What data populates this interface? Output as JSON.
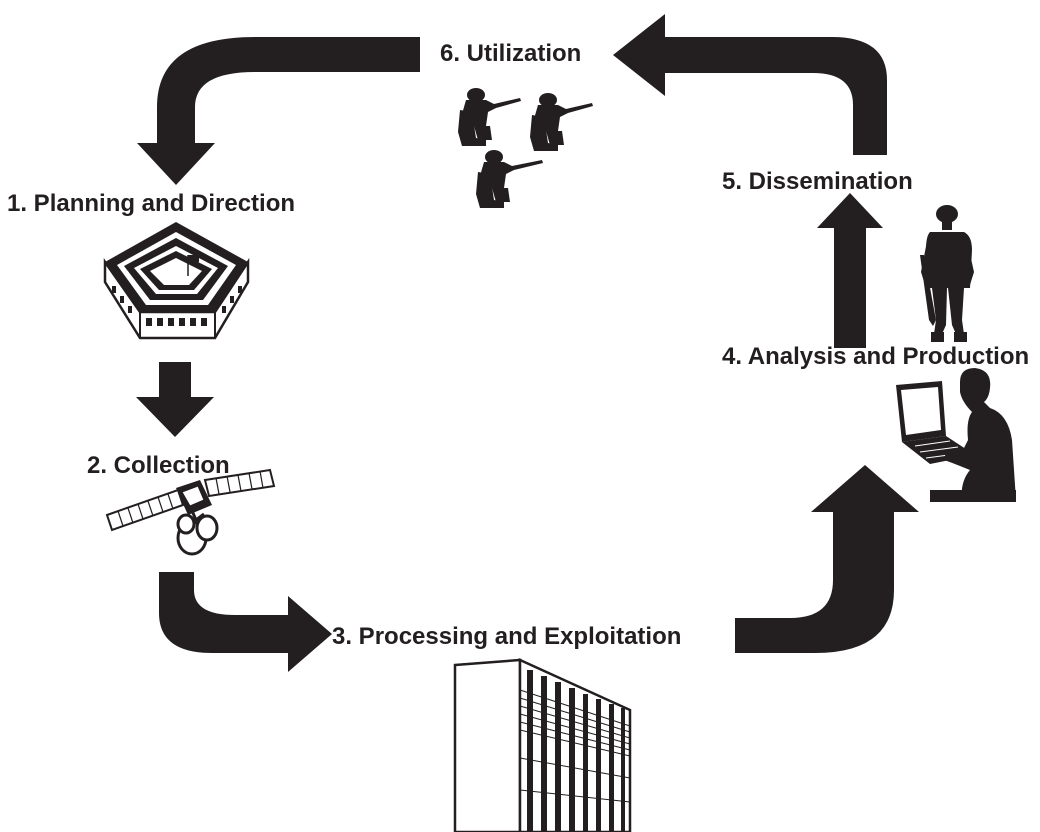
{
  "colors": {
    "background": "#ffffff",
    "arrow": "#231f20",
    "icon": "#231f20",
    "text": "#231f20"
  },
  "steps": [
    {
      "label": "1. Planning and Direction",
      "icon": "pentagon-building-icon"
    },
    {
      "label": "2. Collection",
      "icon": "satellite-icon"
    },
    {
      "label": "3. Processing and Exploitation",
      "icon": "server-rack-icon"
    },
    {
      "label": "4. Analysis and Production",
      "icon": "analyst-laptop-icon"
    },
    {
      "label": "5. Dissemination",
      "icon": "standing-soldier-icon"
    },
    {
      "label": "6. Utilization",
      "icon": "kneeling-soldiers-icon"
    }
  ]
}
